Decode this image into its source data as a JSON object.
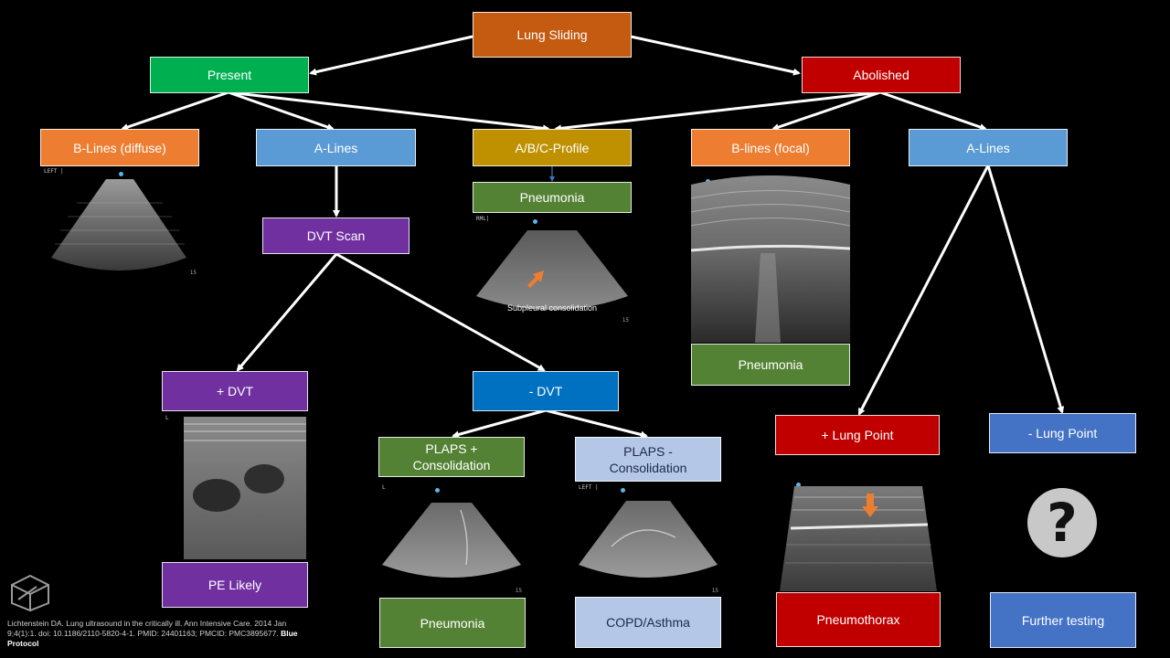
{
  "nodes": {
    "lung_sliding": "Lung Sliding",
    "present": "Present",
    "abolished": "Abolished",
    "b_lines_diffuse": "B-Lines (diffuse)",
    "a_lines_left": "A-Lines",
    "abc_profile": "A/B/C-Profile",
    "b_lines_focal": "B-lines (focal)",
    "a_lines_right": "A-Lines",
    "pneumonia_abc": "Pneumonia",
    "dvt_scan": "DVT Scan",
    "pneumonia_focal": "Pneumonia",
    "plus_dvt": "+ DVT",
    "minus_dvt": "- DVT",
    "plus_lung_point": "+ Lung Point",
    "minus_lung_point": "- Lung Point",
    "plaps_plus_line1": "PLAPS +",
    "plaps_plus_line2": "Consolidation",
    "plaps_minus_line1": "PLAPS -",
    "plaps_minus_line2": "Consolidation",
    "pe_likely": "PE Likely",
    "pneumonia_plaps": "Pneumonia",
    "copd_asthma": "COPD/Asthma",
    "pneumothorax": "Pneumothorax",
    "further_testing": "Further testing"
  },
  "images": {
    "b_lines_diffuse_tag": "LEFT |",
    "abc_tag": "RML|",
    "plaps_plus_tag": "L",
    "plaps_minus_tag": "LEFT |",
    "dvt_tag": "L",
    "scale_mark": "15",
    "subpleural_caption": "Subpleural consolidation"
  },
  "question_mark": "?",
  "citation": {
    "text": "Lichtenstein DA. Lung ultrasound in the critically ill. Ann Intensive Care. 2014 Jan 9;4(1):1. doi: 10.1186/2110-5820-4-1. PMID: 24401163; PMCID: PMC3895677.",
    "brand": "Blue Protocol"
  },
  "colors": {
    "orange": "#c55a11",
    "green": "#00b050",
    "red": "#c00000",
    "light_orange": "#ed7d31",
    "light_blue": "#5b9bd5",
    "gold": "#bf9000",
    "olive_green": "#548235",
    "purple": "#7030a0",
    "blue": "#0070c0",
    "pale_blue": "#b4c7e7",
    "royal_blue": "#4472c4",
    "arrow_orange": "#ed7d31"
  }
}
